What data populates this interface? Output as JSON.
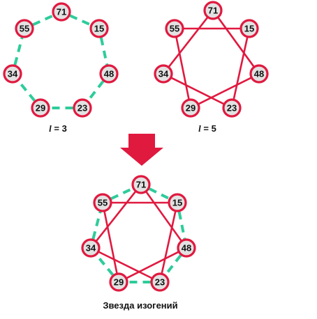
{
  "nodes": [
    "71",
    "15",
    "48",
    "23",
    "29",
    "34",
    "55"
  ],
  "colors": {
    "node_stroke": "#e0193f",
    "node_fill": "#e2e2e2",
    "dashed_edge": "#2ecc9a",
    "star_edge": "#e0193f",
    "arrow": "#e0193f"
  },
  "diagrams": [
    {
      "id": "l3",
      "edges": "cycle-step-1",
      "edge_style": "dashed",
      "label_var": "l",
      "label_eq": " = 3"
    },
    {
      "id": "l5",
      "edges": "star-step-2",
      "edge_style": "solid",
      "label_var": "l",
      "label_eq": " = 5"
    },
    {
      "id": "combined",
      "edges": "both",
      "edge_style": "both",
      "label": "Звезда изогений"
    }
  ],
  "arrow": {
    "direction": "down",
    "icon": "down-arrow-icon"
  }
}
